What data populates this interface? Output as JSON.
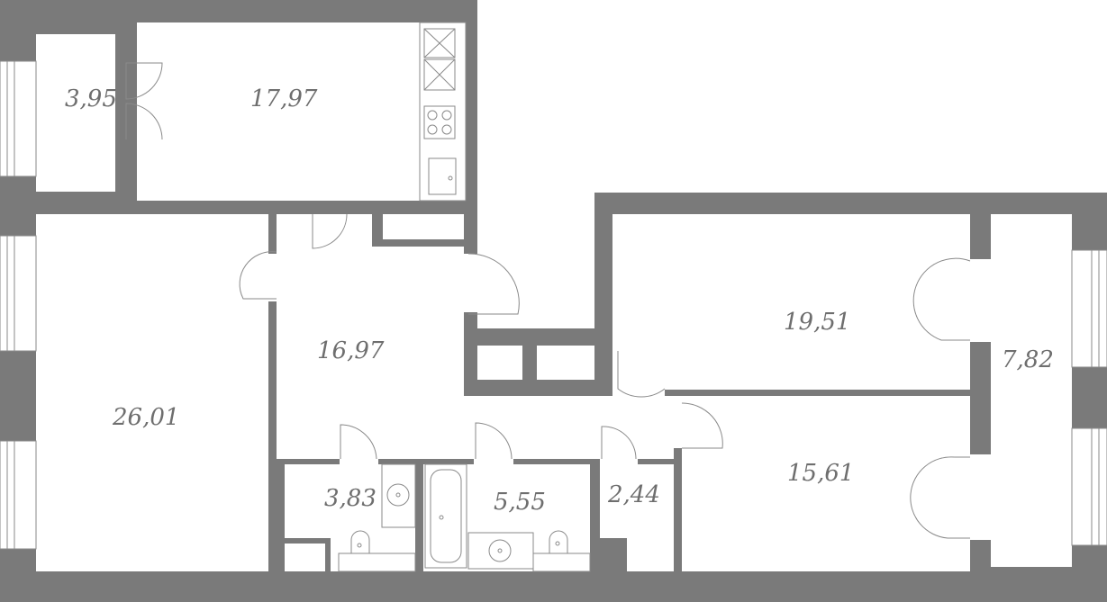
{
  "plan": {
    "rooms": [
      {
        "id": "loggia-top",
        "area": "3,95"
      },
      {
        "id": "kitchen",
        "area": "17,97"
      },
      {
        "id": "hall",
        "area": "16,97"
      },
      {
        "id": "living",
        "area": "26,01"
      },
      {
        "id": "bedroom-1",
        "area": "19,51"
      },
      {
        "id": "bedroom-2",
        "area": "15,61"
      },
      {
        "id": "loggia-right",
        "area": "7,82"
      },
      {
        "id": "bath-1",
        "area": "3,83"
      },
      {
        "id": "bath-2",
        "area": "5,55"
      },
      {
        "id": "closet",
        "area": "2,44"
      }
    ]
  }
}
